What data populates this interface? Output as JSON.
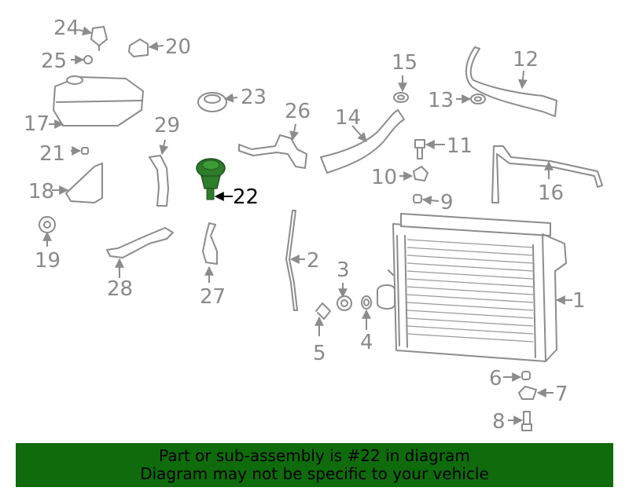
{
  "colors": {
    "banner_background": "#0f6b0c",
    "highlight_part": "#2e7d2a",
    "part_line": "#8c8c8c",
    "label": "#8a8a8a",
    "highlight_label": "#000000"
  },
  "highlighted_part": "22",
  "callouts": [
    "1",
    "2",
    "3",
    "4",
    "5",
    "6",
    "7",
    "8",
    "9",
    "10",
    "11",
    "12",
    "13",
    "14",
    "15",
    "16",
    "17",
    "18",
    "19",
    "20",
    "21",
    "22",
    "23",
    "24",
    "25",
    "26",
    "27",
    "28",
    "29"
  ],
  "banner": {
    "line1": "Part or sub-assembly is #22 in diagram",
    "line2": "Diagram may not be specific to your vehicle"
  }
}
